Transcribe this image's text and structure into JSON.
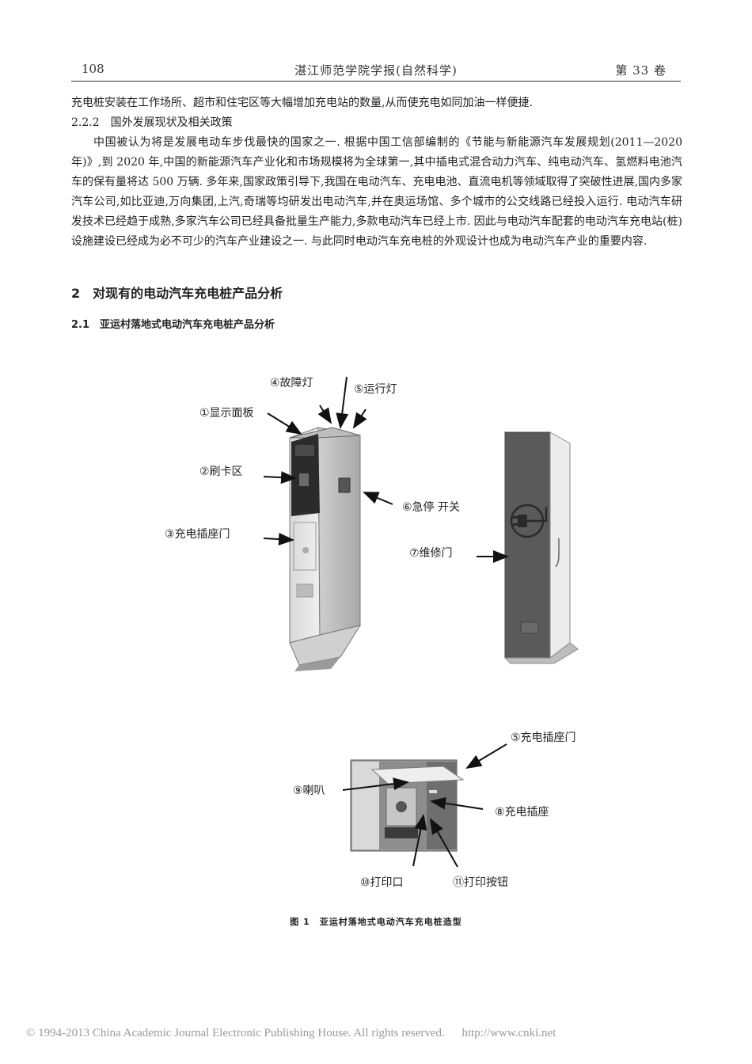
{
  "header": {
    "page_number": "108",
    "journal_title": "湛江师范学院学报(自然科学)",
    "volume": "第 33 卷"
  },
  "body": {
    "para1": "充电桩安装在工作场所、超市和住宅区等大幅增加充电站的数量,从而使充电如同加油一样便捷.",
    "subheading": "2.2.2　国外发展现状及相关政策",
    "para2": "中国被认为将是发展电动车步伐最快的国家之一. 根据中国工信部编制的《节能与新能源汽车发展规划(2011—2020 年)》,到 2020 年,中国的新能源汽车产业化和市场规模将为全球第一,其中插电式混合动力汽车、纯电动汽车、氢燃料电池汽车的保有量将达 500 万辆. 多年来,国家政策引导下,我国在电动汽车、充电电池、直流电机等领域取得了突破性进展,国内多家汽车公司,如比亚迪,万向集团,上汽,奇瑞等均研发出电动汽车,并在奥运场馆、多个城市的公交线路已经投入运行. 电动汽车研发技术已经趋于成熟,多家汽车公司已经具备批量生产能力,多款电动汽车已经上市. 因此与电动汽车配套的电动汽车充电站(桩)设施建设已经成为必不可少的汽车产业建设之一. 与此同时电动汽车充电桩的外观设计也成为电动汽车产业的重要内容."
  },
  "section_heading": "2　对现有的电动汽车充电桩产品分析",
  "subsection_heading": "2.1　亚运村落地式电动汽车充电桩产品分析",
  "figure": {
    "labels": {
      "fault_light": "④故障灯",
      "run_light": "⑤运行灯",
      "display_panel": "①显示面板",
      "card_area": "②刷卡区",
      "socket_door": "③充电插座门",
      "emergency_stop": "⑥急停 开关",
      "service_door": "⑦维修门",
      "socket_door_2": "⑤充电插座门",
      "speaker": "⑨喇叭",
      "charging_socket": "⑧充电插座",
      "print_port": "⑩打印口",
      "print_button": "⑪打印按钮"
    },
    "caption": "图 1　亚运村落地式电动汽车充电桩造型"
  },
  "footer": {
    "copyright": "© 1994-2013 China Academic Journal Electronic Publishing House. All rights reserved.",
    "url": "http://www.cnki.net"
  }
}
